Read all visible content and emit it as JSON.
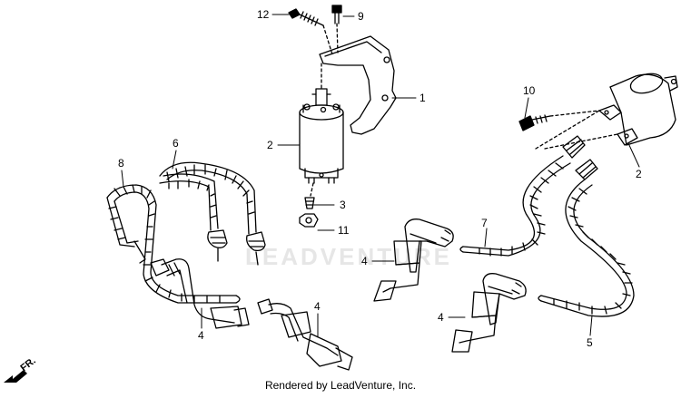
{
  "callouts": {
    "c1": "1",
    "c2a": "2",
    "c2b": "2",
    "c3": "3",
    "c4a": "4",
    "c4b": "4",
    "c4c": "4",
    "c4d": "4",
    "c5": "5",
    "c6": "6",
    "c7": "7",
    "c8": "8",
    "c9": "9",
    "c10": "10",
    "c11": "11",
    "c12": "12"
  },
  "direction_label": "FR.",
  "watermark": "LEADVENTURE",
  "footer_text": "Rendered by LeadVenture, Inc."
}
